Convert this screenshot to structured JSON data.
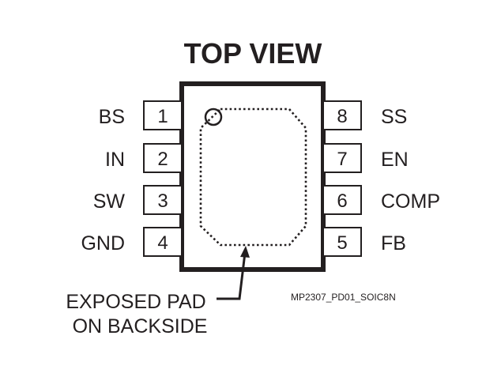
{
  "title": "TOP VIEW",
  "left_pins": [
    {
      "number": "1",
      "name": "BS"
    },
    {
      "number": "2",
      "name": "IN"
    },
    {
      "number": "3",
      "name": "SW"
    },
    {
      "number": "4",
      "name": "GND"
    }
  ],
  "right_pins": [
    {
      "number": "8",
      "name": "SS"
    },
    {
      "number": "7",
      "name": "EN"
    },
    {
      "number": "6",
      "name": "COMP"
    },
    {
      "number": "5",
      "name": "FB"
    }
  ],
  "exposed_pad_label": {
    "line1": "EXPOSED PAD",
    "line2": "ON BACKSIDE"
  },
  "reference_code": "MP2307_PD01_SOIC8N",
  "colors": {
    "ink": "#231f20",
    "background": "#ffffff"
  },
  "icons": {
    "pin1_marker": "circle-icon",
    "pointer": "arrow-icon"
  }
}
